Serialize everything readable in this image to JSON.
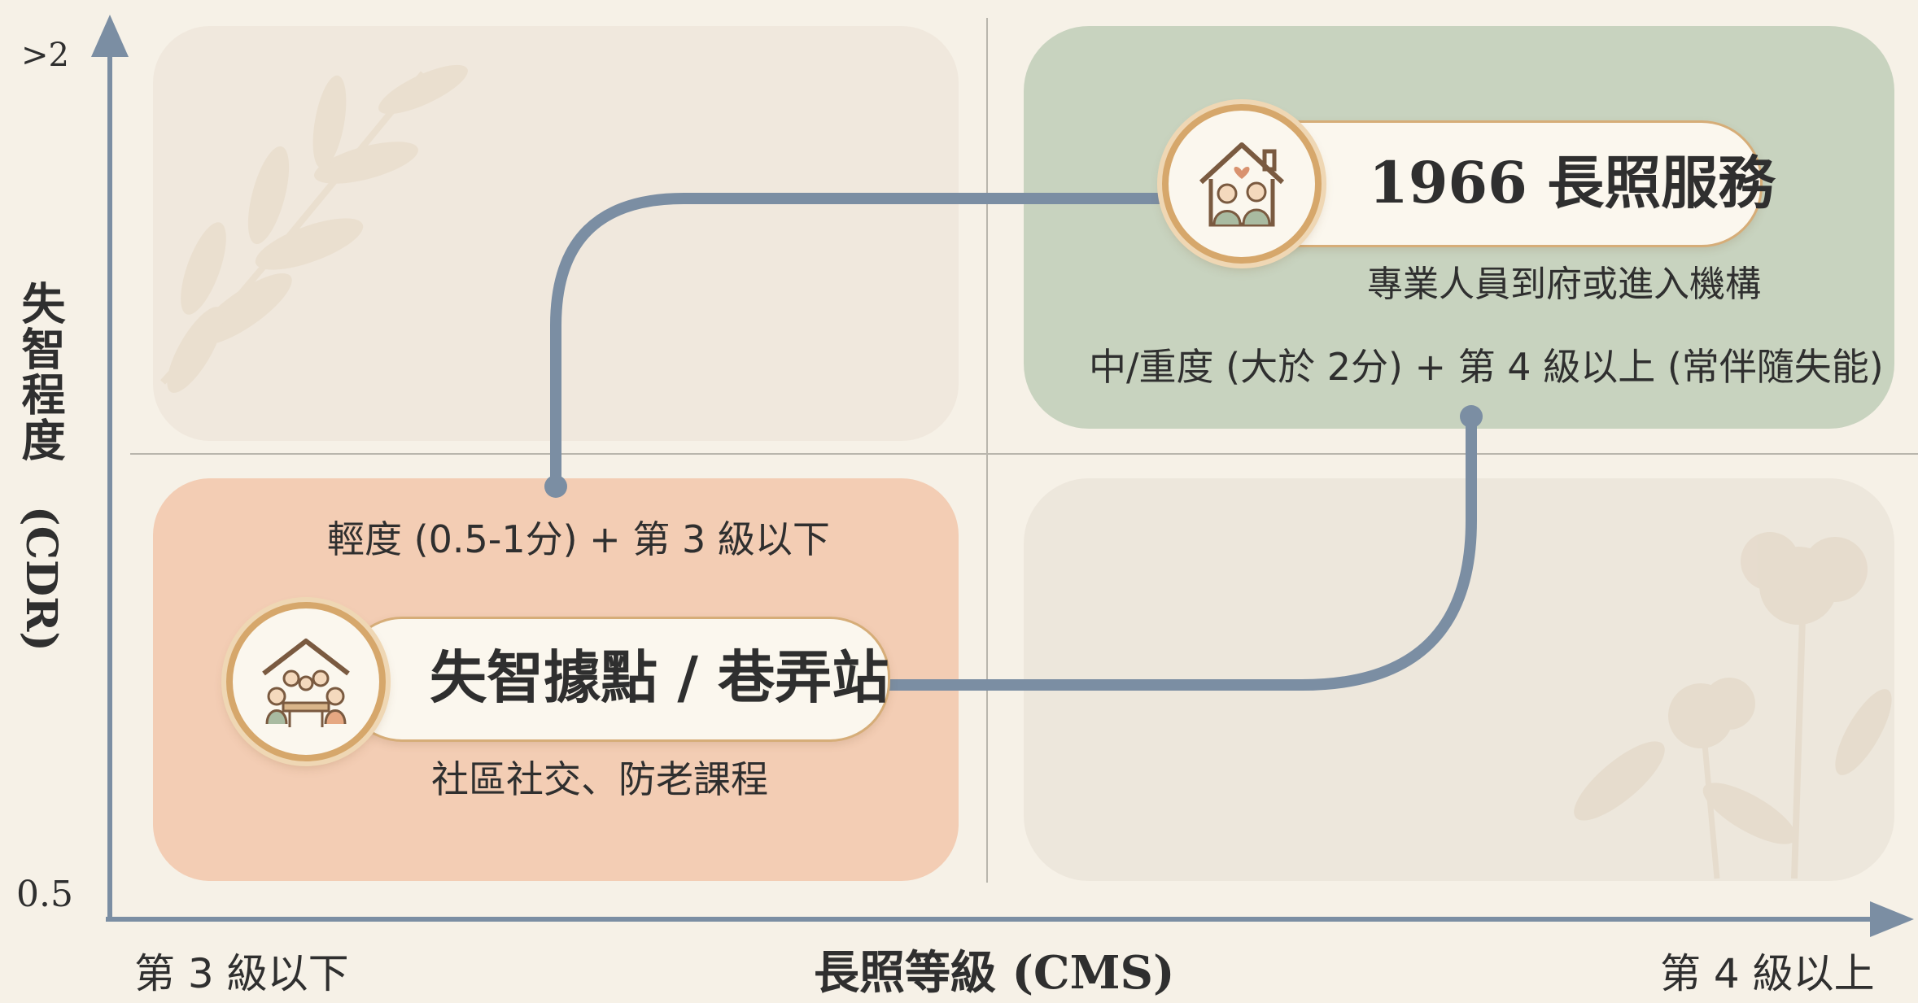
{
  "axes": {
    "y": {
      "top_label": ">2",
      "bottom_label": "0.5",
      "title": "失智程度",
      "title_suffix": "(CDR)"
    },
    "x": {
      "left_label": "第 3 級以下",
      "title": "長照等級 (CMS)",
      "right_label": "第 4 級以上"
    }
  },
  "quadrants": {
    "top_right": {
      "title": "1966 長照服務",
      "subtitle": "專業人員到府或進入機構",
      "condition": "中/重度 (大於 2分) + 第 4 級以上 (常伴隨失能)",
      "icon": "caregivers-house-icon",
      "color": "#c8d3bf"
    },
    "bottom_left": {
      "title": "失智據點 / 巷弄站",
      "subtitle": "社區社交、防老課程",
      "condition": "輕度 (0.5-1分) + 第 3 級以下",
      "icon": "community-gathering-icon",
      "color": "#f3cdb4"
    },
    "top_left": {
      "color": "#efe6da",
      "decoration": "leaf-branch-icon"
    },
    "bottom_right": {
      "color": "#ece5da",
      "decoration": "flower-silhouette-icon"
    }
  },
  "colors": {
    "background": "#f6f1e7",
    "axis": "#7b8ea3",
    "connector": "#7b8ea3",
    "accent_gold": "#d6a76b"
  }
}
